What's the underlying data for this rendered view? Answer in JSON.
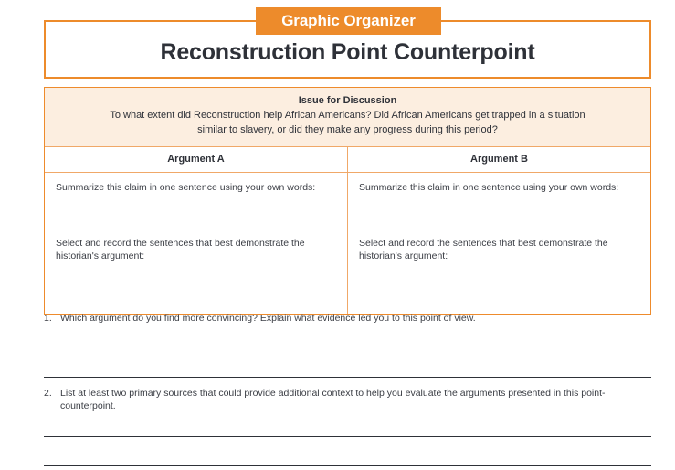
{
  "page": {
    "background": "#ffffff",
    "accent_color": "#ED8B2B",
    "accent_light": "#F0A868",
    "panel_fill": "#FCEEE0",
    "text_color": "#2e3138"
  },
  "header": {
    "tab_label": "Graphic Organizer",
    "title": "Reconstruction Point Counterpoint"
  },
  "table": {
    "issue": {
      "heading": "Issue for Discussion",
      "body": "To what extent did Reconstruction help African Americans? Did African Americans get trapped in a situation similar to slavery, or did they make any progress during this period?"
    },
    "columns": [
      {
        "header": "Argument A",
        "prompt_1": "Summarize this claim in one sentence using your own words:",
        "prompt_2": "Select and record the sentences that best demonstrate the historian's argument:"
      },
      {
        "header": "Argument B",
        "prompt_1": "Summarize this claim in one sentence using your own words:",
        "prompt_2": "Select and record the sentences that best demonstrate the historian's argument:"
      }
    ]
  },
  "questions": [
    {
      "number": "1.",
      "text": "Which argument do you find more convincing? Explain what evidence led you to this point of view."
    },
    {
      "number": "2.",
      "text": "List at least two primary sources that could provide additional context to help you evaluate the arguments presented in this point-counterpoint."
    }
  ]
}
